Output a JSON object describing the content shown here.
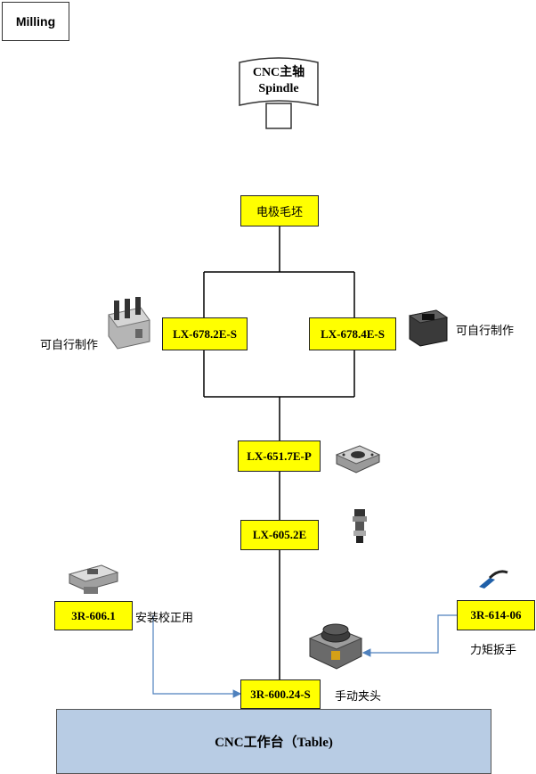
{
  "title": "Milling",
  "spindle": {
    "line1": "CNC主轴",
    "line2": "Spindle"
  },
  "nodes": {
    "electrode": "电极毛坯",
    "lx6782": "LX-678.2E-S",
    "lx6784": "LX-678.4E-S",
    "lx6517": "LX-651.7E-P",
    "lx6052": "LX-605.2E",
    "r6061": "3R-606.1",
    "r61406": "3R-614-06",
    "r60024": "3R-600.24-S"
  },
  "labels": {
    "self_made_left": "可自行制作",
    "self_made_right": "可自行制作",
    "install_calib": "安装校正用",
    "torque_wrench": "力矩扳手",
    "manual_chuck": "手动夹头"
  },
  "table": "CNC工作台（Table)",
  "colors": {
    "box_fill": "#ffff00",
    "table_fill": "#b8cce4",
    "arrow": "#4f81bd"
  }
}
